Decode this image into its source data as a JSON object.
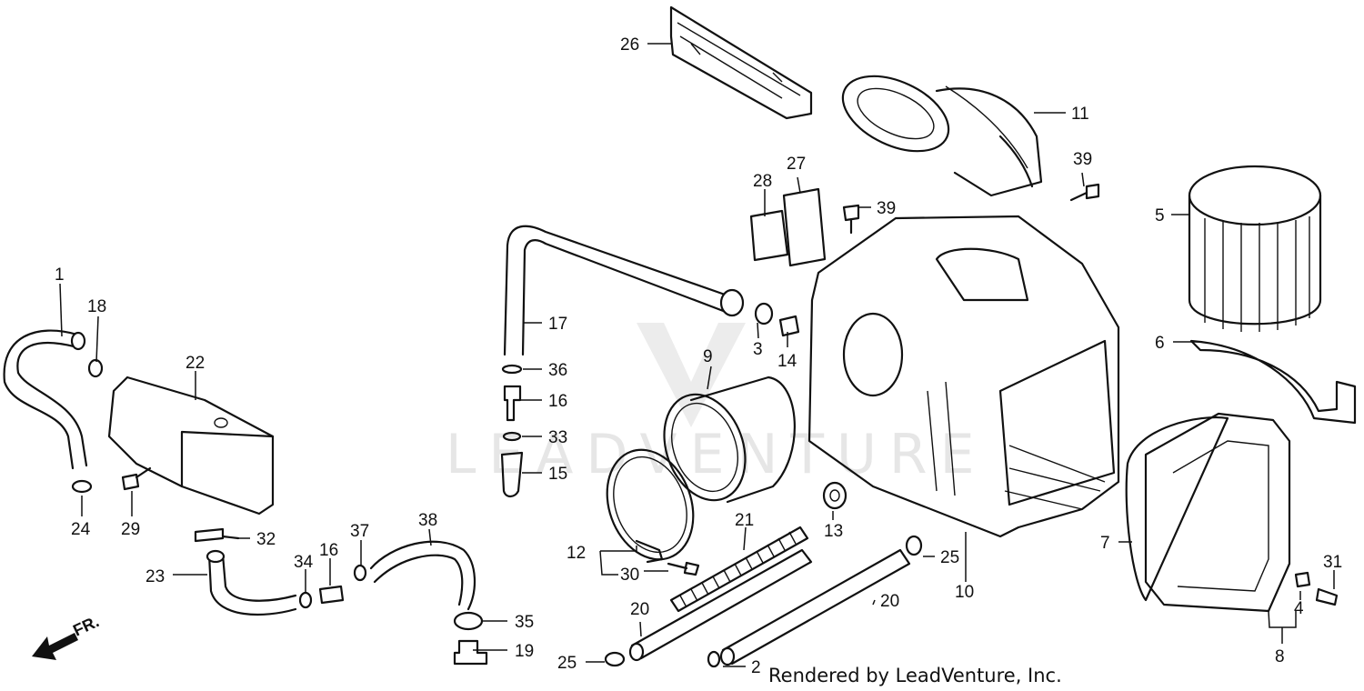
{
  "watermark": "LEADVENTURE",
  "credit": "Rendered by LeadVenture, Inc.",
  "front_indicator": "FR.",
  "callouts": {
    "c1": "1",
    "c2": "2",
    "c3": "3",
    "c4": "4",
    "c5": "5",
    "c6": "6",
    "c7": "7",
    "c8": "8",
    "c9": "9",
    "c10": "10",
    "c11": "11",
    "c12": "12",
    "c13": "13",
    "c14": "14",
    "c15": "15",
    "c16a": "16",
    "c16b": "16",
    "c17": "17",
    "c18": "18",
    "c19": "19",
    "c20a": "20",
    "c20b": "20",
    "c21": "21",
    "c22": "22",
    "c23": "23",
    "c24": "24",
    "c25a": "25",
    "c25b": "25",
    "c26": "26",
    "c27": "27",
    "c28": "28",
    "c29": "29",
    "c30": "30",
    "c31": "31",
    "c32": "32",
    "c33": "33",
    "c34": "34",
    "c35": "35",
    "c36": "36",
    "c37": "37",
    "c38": "38",
    "c39a": "39",
    "c39b": "39"
  }
}
